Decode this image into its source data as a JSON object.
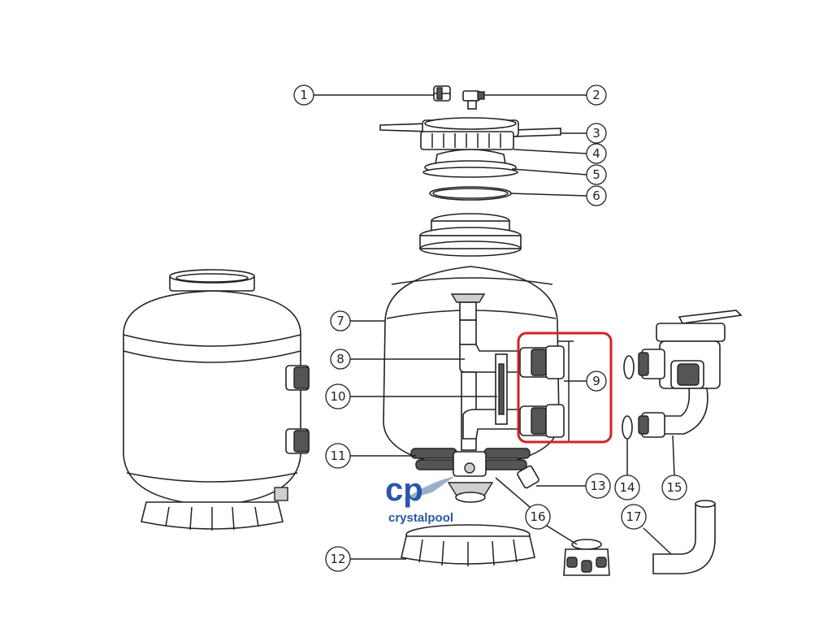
{
  "callouts": [
    {
      "id": "1",
      "label": "1"
    },
    {
      "id": "2",
      "label": "2"
    },
    {
      "id": "3",
      "label": "3"
    },
    {
      "id": "4",
      "label": "4"
    },
    {
      "id": "5",
      "label": "5"
    },
    {
      "id": "6",
      "label": "6"
    },
    {
      "id": "7",
      "label": "7"
    },
    {
      "id": "8",
      "label": "8"
    },
    {
      "id": "9",
      "label": "9"
    },
    {
      "id": "10",
      "label": "10"
    },
    {
      "id": "11",
      "label": "11"
    },
    {
      "id": "12",
      "label": "12"
    },
    {
      "id": "13",
      "label": "13"
    },
    {
      "id": "14",
      "label": "14"
    },
    {
      "id": "15",
      "label": "15"
    },
    {
      "id": "16",
      "label": "16"
    },
    {
      "id": "17",
      "label": "17"
    }
  ],
  "brand": {
    "name": "crystalpool",
    "logo_letters": "cp"
  },
  "colors": {
    "highlight": "#d0222a",
    "brand": "#2a56a8",
    "brand_accent": "#9ab0c8",
    "ink": "#222222"
  }
}
